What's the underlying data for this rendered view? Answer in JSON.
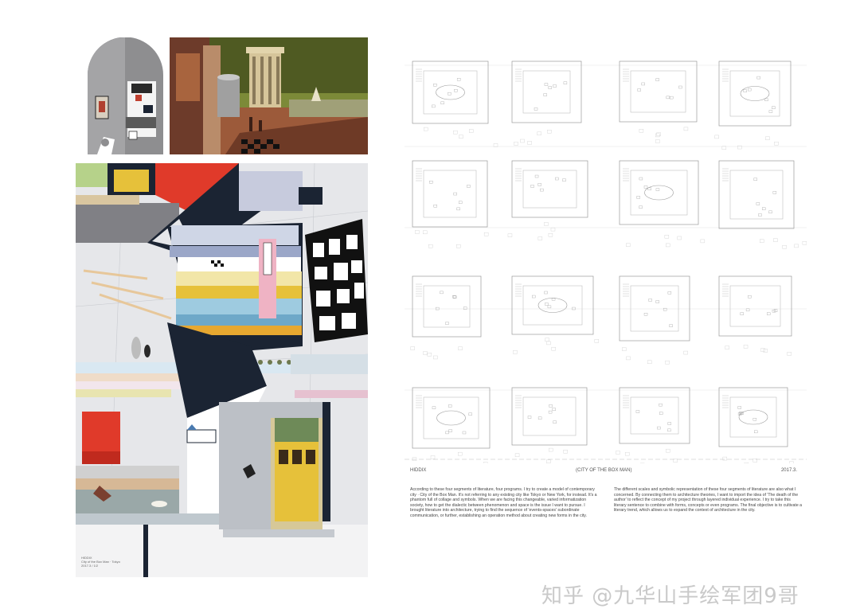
{
  "collage": {
    "caption_lines": [
      "HIDDIX",
      "City of the Box Man · Tokyo",
      "2017.3 / 1/2"
    ]
  },
  "sheet": {
    "credit_left": "HIDDIX",
    "credit_center": "(CITY OF THE BOX MAN)",
    "credit_right": "2017.3.",
    "text_left": "According to these four segments of literature, four programs. I try to create a model of contemporary city · City of the Box Man. It's not referring to any existing city like Tokyo or New York, for instead. It's a phantom full of collage and symbols. When we are facing this changeable, varied informatization society, how to get the dialectic between phenomenon and space is the issue I want to pursue. I brought literature into architecture, trying to find the sequence of 'events-spaces' subordinate communication, or further, establishing an operation method about creating new forms in the city.",
    "text_right": "The different scales and symbolic representation of these four segments of literature are also what I concerned. By connecting them to architecture theories, I want to import the idea of 'The death of the author' to reflect the concept of my project through layered individual experience. I try to take this literary sentence to combine with forms, concepts or even programs. The final objective is to cultivate a literary trend, which allows us to expand the context of architecture in the city."
  },
  "watermark": "知乎 @九华山手绘军团9哥",
  "colors": {
    "red": "#e03a2a",
    "yellow": "#e6c13a",
    "navy": "#1b2433",
    "blue": "#9ecbe0",
    "pink": "#efb3c4",
    "olive": "#6b6a2e"
  }
}
